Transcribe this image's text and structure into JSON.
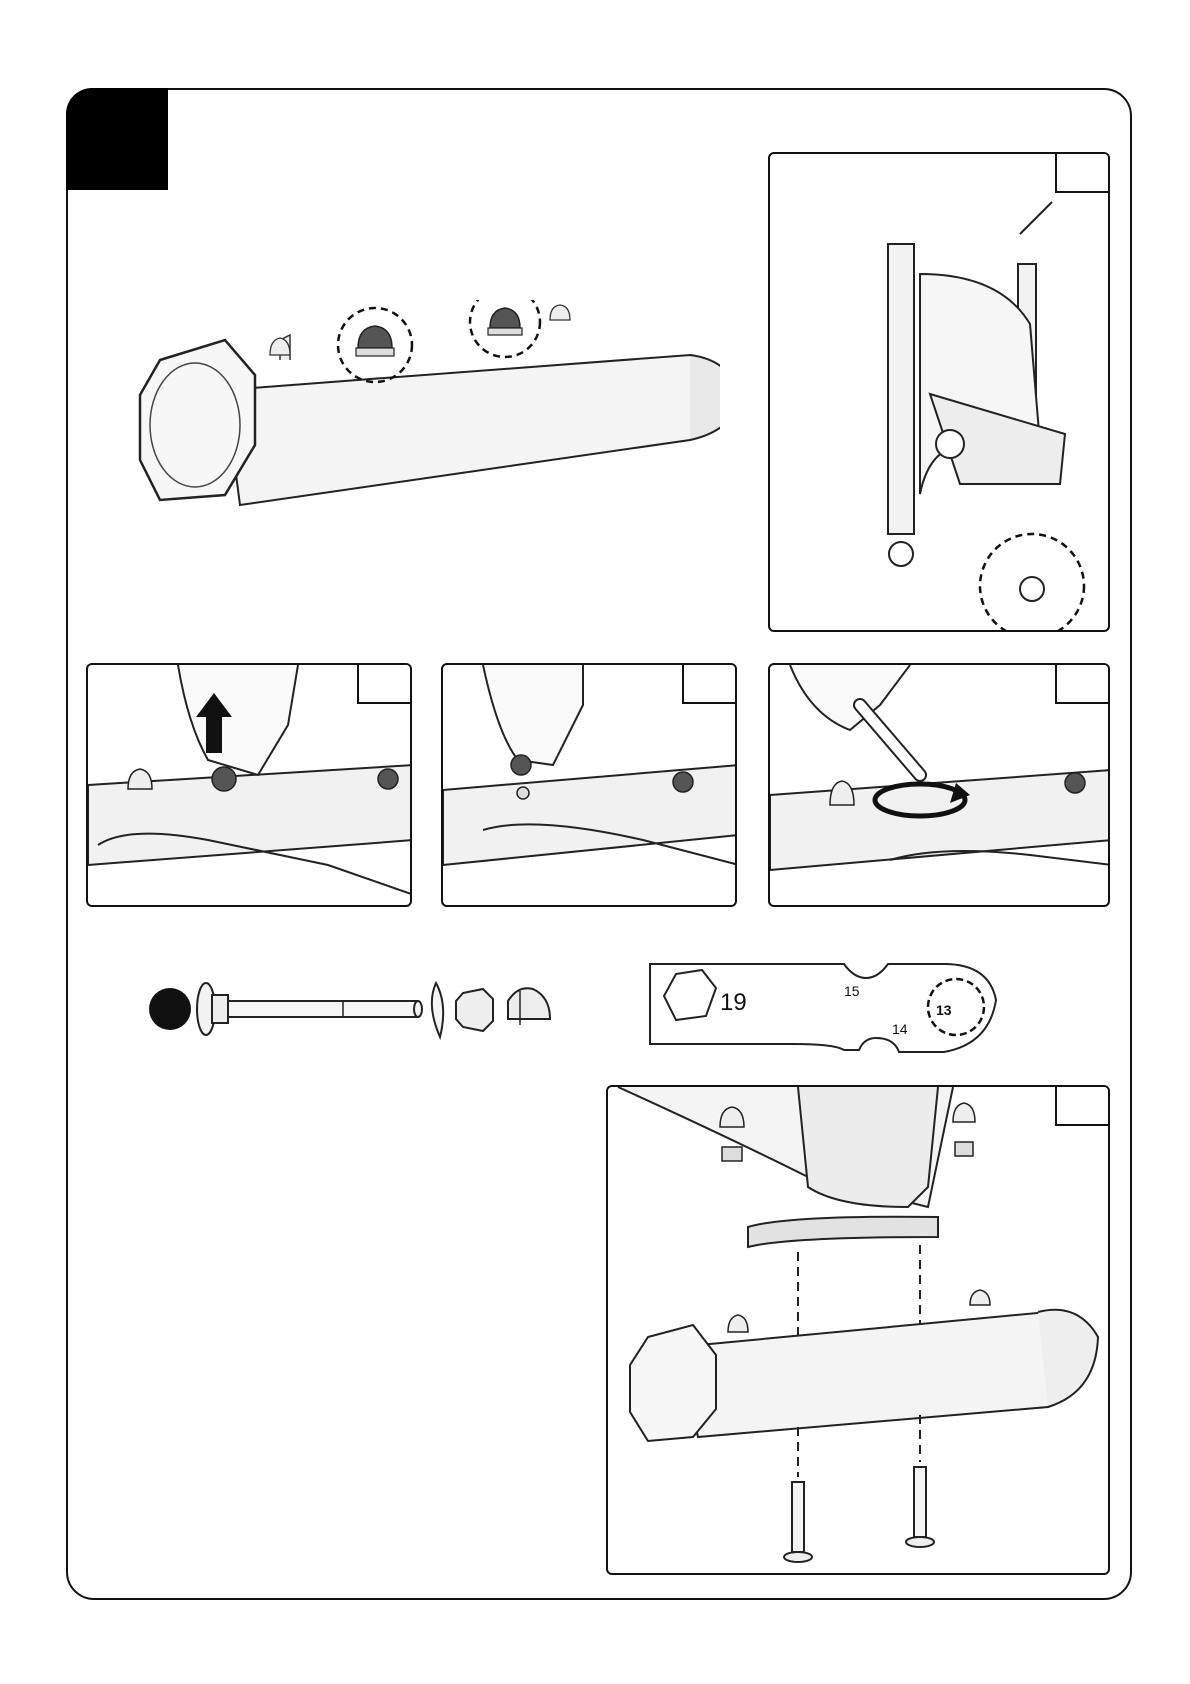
{
  "wrench": {
    "size_19": "19",
    "size_15": "15",
    "size_14": "14",
    "size_13": "13"
  }
}
